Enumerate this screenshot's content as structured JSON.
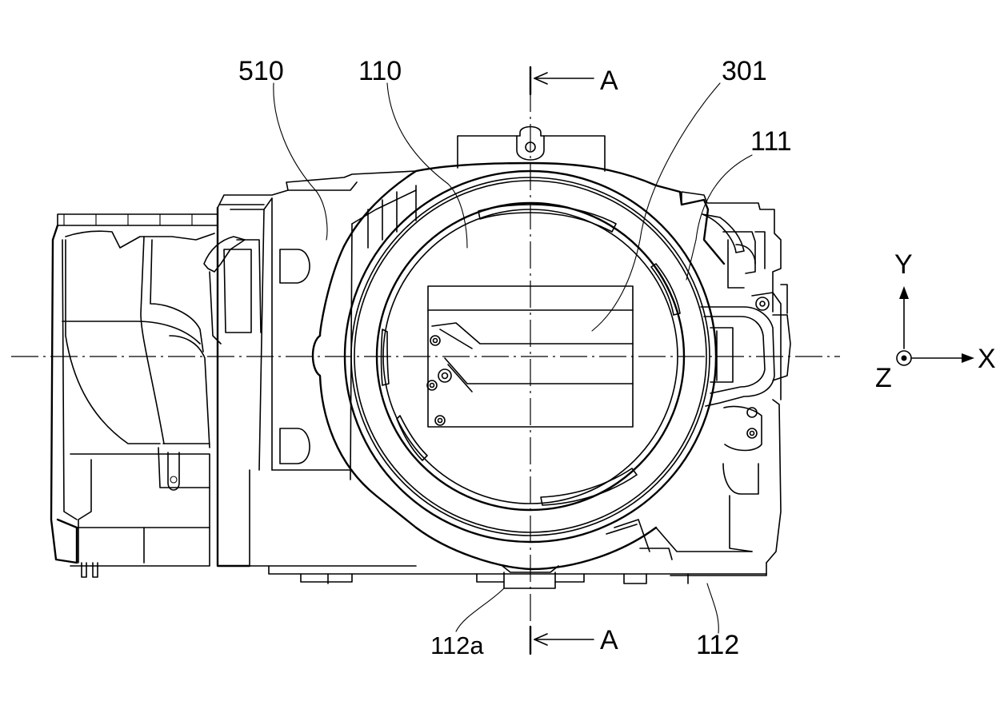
{
  "labels": {
    "l510": "510",
    "l110": "110",
    "l301": "301",
    "l111": "111",
    "l112a": "112a",
    "l112": "112",
    "section_top": "A",
    "section_bottom": "A"
  },
  "axes": {
    "y": "Y",
    "x": "X",
    "z": "Z"
  }
}
